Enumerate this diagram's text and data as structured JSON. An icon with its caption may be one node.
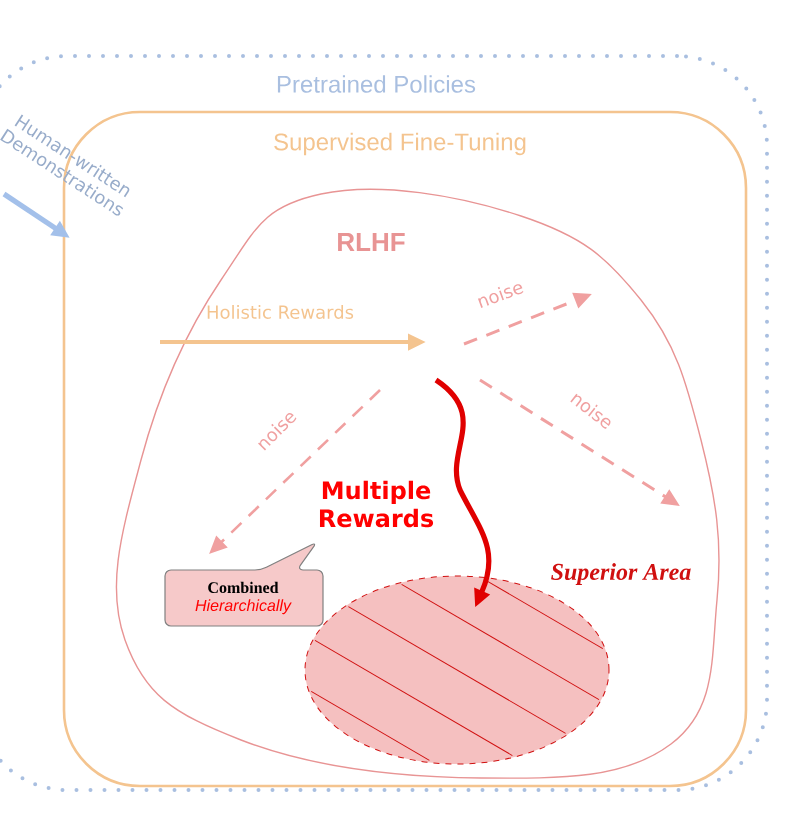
{
  "diagram": {
    "nodes": [
      {
        "text": [
          "Pretrained Policies"
        ]
      },
      {
        "text": [
          "Supervised Fine-Tuning"
        ],
        "in": 0
      },
      {
        "text": [
          "RLHF"
        ],
        "in": 1
      },
      {
        "text": [
          "Superior Area"
        ],
        "in": 2
      },
      {
        "text": [
          "Combined",
          "Hierarchically"
        ],
        "in": 2
      }
    ],
    "edges": [
      {
        "from": null,
        "to": 1,
        "arrow": "to",
        "label": "Human-written Demonstrations",
        "color": "#a3c0ea"
      },
      {
        "from": null,
        "to": 4,
        "arrow": "to",
        "label": "noise",
        "style": "dashed"
      },
      {
        "from": null,
        "to": 3,
        "arrow": "to",
        "label": "Multiple Rewards",
        "color": "#e00000"
      }
    ],
    "labels": [
      "Holistic Rewards",
      "noise",
      "noise"
    ]
  }
}
